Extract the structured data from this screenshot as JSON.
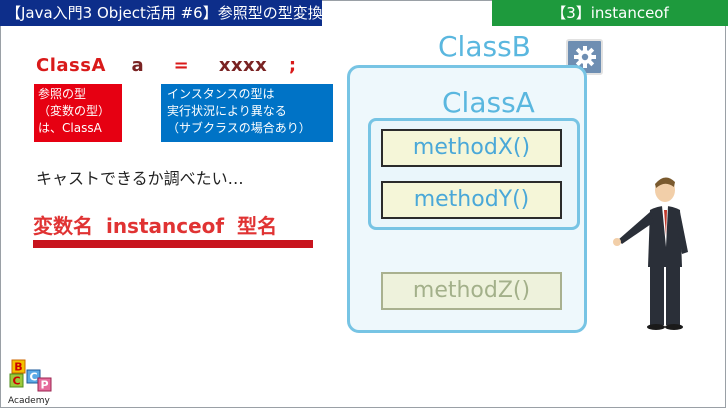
{
  "header": {
    "left_title": "【Java入門3 Object活用 #6】参照型の型変換",
    "right_title": "【3】instanceof"
  },
  "code": {
    "type_name": "ClassA",
    "var_name": "a",
    "equals": "=",
    "value": "xxxx",
    "semicolon": ";"
  },
  "notes": {
    "red_box": [
      "参照の型",
      "（変数の型）",
      "は、ClassA"
    ],
    "blue_box": [
      "インスタンスの型は",
      "実行状況により異なる",
      "（サブクラスの場合あり）"
    ]
  },
  "description": "キャストできるか調べたい…",
  "syntax": "変数名  instanceof  型名",
  "diagram": {
    "outer_class": "ClassB",
    "inner_class": "ClassA",
    "methods": [
      "methodX()",
      "methodY()",
      "methodZ()"
    ]
  },
  "logo": {
    "letters": [
      "B",
      "C",
      "C",
      "P"
    ],
    "text": "Academy"
  },
  "colors": {
    "header_left": "#0d2e8a",
    "header_right": "#1e9a3d",
    "red": "#e60012",
    "blue": "#0073c6",
    "class_border": "#77c4e4"
  }
}
